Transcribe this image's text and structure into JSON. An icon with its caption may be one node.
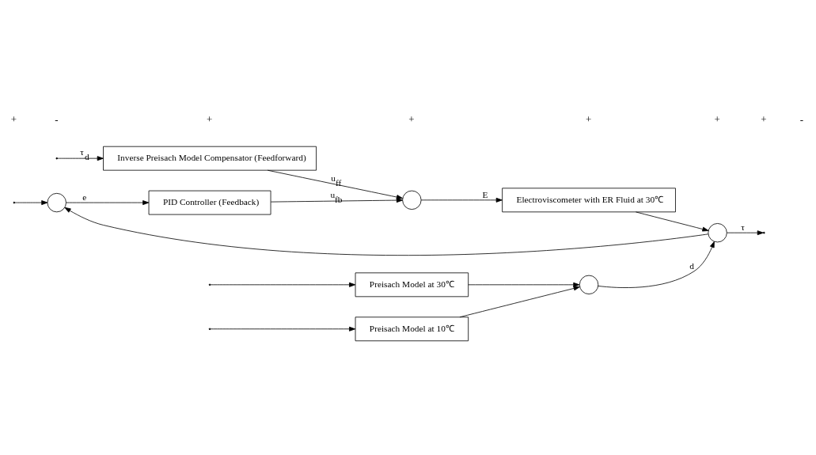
{
  "diagram": {
    "nodes": [
      {
        "text": [
          "Preisach Model at 10℃"
        ]
      },
      {
        "text": [
          "Preisach Model at 30℃"
        ]
      },
      {
        "text": [
          "Inverse Preisach Model Compensator (Feedforward)"
        ]
      },
      {
        "text": [
          "PID Controller (Feedback)"
        ]
      },
      {
        "text": [
          "Electroviscometer with ER Fluid at 30℃"
        ]
      },
      {
        "text": [],
        "shape": "circle"
      },
      {
        "text": [],
        "shape": "circle"
      },
      {
        "text": [],
        "shape": "circle"
      },
      {
        "text": [],
        "shape": "circle"
      }
    ],
    "edges": [
      {
        "from": null,
        "to": 0,
        "arrow": "to"
      },
      {
        "from": null,
        "to": 1,
        "arrow": "to"
      },
      {
        "from": null,
        "to": 2,
        "arrow": "to",
        "label": "τ$_{d}$"
      },
      {
        "from": null,
        "to": 5,
        "arrow": "to"
      },
      {
        "from": 0,
        "to": 7,
        "arrow": "to"
      },
      {
        "from": 1,
        "to": 7,
        "arrow": "to"
      },
      {
        "from": 7,
        "to": 8,
        "arrow": "to",
        "label": "d"
      },
      {
        "from": 2,
        "to": 6,
        "arrow": "to",
        "label": "u$_{ff}$"
      },
      {
        "from": 5,
        "to": 3,
        "arrow": "to",
        "label": "e"
      },
      {
        "from": 3,
        "to": 6,
        "arrow": "to",
        "label": "u$_{fb}$"
      },
      {
        "from": 6,
        "to": 4,
        "arrow": "to",
        "label": "E"
      },
      {
        "from": 4,
        "to": 8,
        "arrow": "to"
      },
      {
        "from": 8,
        "to": null,
        "arrow": "to",
        "label": "τ"
      },
      {
        "from": 8,
        "to": 5,
        "arrow": "to"
      }
    ],
    "labels": [
      "+",
      "-",
      "+",
      "+",
      "+",
      "+",
      "+",
      "-"
    ]
  }
}
